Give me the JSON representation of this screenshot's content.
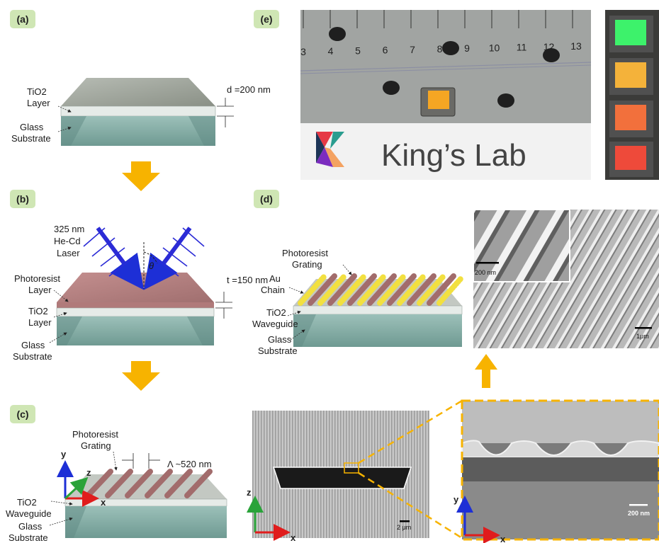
{
  "panels": {
    "a": {
      "tag": "(a)",
      "layer_label_1": "TiO2",
      "layer_label_2": "Layer",
      "thickness": "d =200 nm",
      "substrate_label_1": "Glass",
      "substrate_label_2": "Substrate"
    },
    "b": {
      "tag": "(b)",
      "laser_1": "325 nm",
      "laser_2": "He-Cd",
      "laser_3": "Laser",
      "angle": "θ",
      "thickness": "t =150 nm",
      "photoresist_1": "Photoresist",
      "photoresist_2": "Layer",
      "tio2_1": "TiO2",
      "tio2_2": "Layer",
      "glass_1": "Glass",
      "glass_2": "Substrate"
    },
    "c": {
      "tag": "(c)",
      "grating_1": "Photoresist",
      "grating_2": "Grating",
      "period": "Λ ~520 nm",
      "axis_y": "y",
      "axis_z": "z",
      "axis_x": "x",
      "waveguide_1": "TiO2",
      "waveguide_2": "Waveguide",
      "glass_1": "Glass",
      "glass_2": "Substrate"
    },
    "d": {
      "tag": "(d)",
      "grating_1": "Photoresist",
      "grating_2": "Grating",
      "au_1": "Au",
      "au_2": "Chain",
      "waveguide_1": "TiO2",
      "waveguide_2": "Waveguide",
      "glass_1": "Glass",
      "glass_2": "Substrate",
      "inset_scale": "200 nm",
      "sem_scale": "1μm",
      "sem_small_scale": "2 μm",
      "sem_small_axis_z": "z",
      "sem_small_axis_x": "x",
      "cross_scale": "200 nm",
      "cross_axis_y": "y",
      "cross_axis_x": "x"
    },
    "e": {
      "tag": "(e)",
      "ruler_numbers": [
        "3",
        "4",
        "5",
        "6",
        "7",
        "8",
        "9",
        "10",
        "11",
        "12",
        "13"
      ],
      "logo_text": "King’s Lab"
    }
  },
  "colors": {
    "tag_bg": "#cfe6b4",
    "arrow": "#f7b300",
    "photoresist": "#b07a7a",
    "glass": "#7fa9a2",
    "tio2": "#e6ebe8",
    "gold": "#f5e84a",
    "laser": "#2b2bd6"
  }
}
